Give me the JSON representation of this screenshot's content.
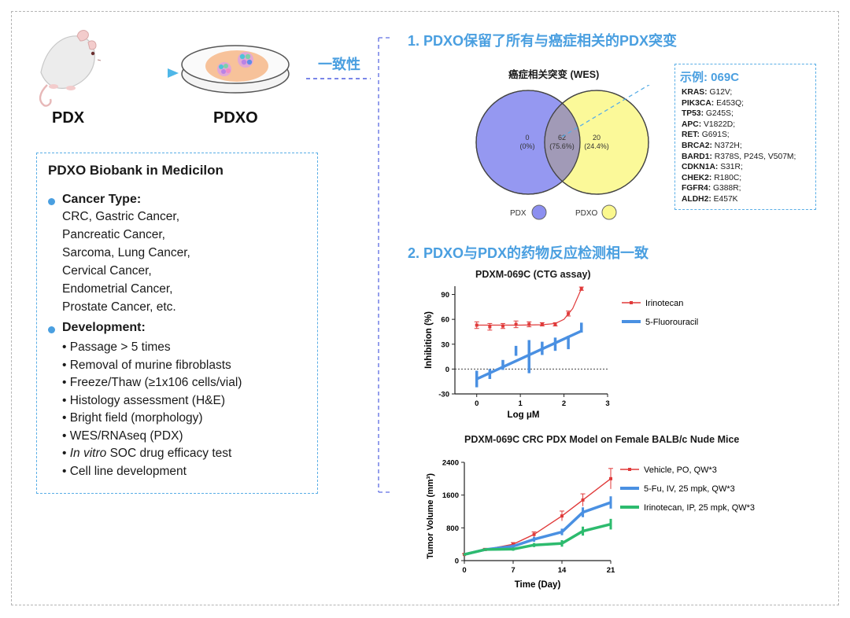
{
  "top": {
    "pdx_label": "PDX",
    "pdxo_label": "PDXO",
    "consistency": "一致性"
  },
  "biobank": {
    "title": "PDXO Biobank in Medicilon",
    "cancer_type_heading": "Cancer Type:",
    "cancer_lines": [
      "CRC, Gastric Cancer,",
      "Pancreatic Cancer,",
      "Sarcoma, Lung Cancer,",
      "Cervical Cancer,",
      "Endometrial Cancer,",
      "Prostate Cancer, etc."
    ],
    "development_heading": "Development:",
    "development_items": [
      "Passage > 5 times",
      "Removal of murine fibroblasts",
      "Freeze/Thaw (≥1x106 cells/vial)",
      "Histology assessment (H&E)",
      "Bright field (morphology)",
      "WES/RNAseq (PDX)",
      "SOC drug efficacy test",
      "Cell line development"
    ],
    "development_italic_prefix": "In vitro"
  },
  "section1": {
    "title": "1. PDXO保留了所有与癌症相关的PDX突变",
    "venn_title": "癌症相关突变 (WES)",
    "venn": {
      "pdx_only_count": "0",
      "pdx_only_pct": "(0%)",
      "shared_count": "62",
      "shared_pct": "(75.6%)",
      "pdxo_only_count": "20",
      "pdxo_only_pct": "(24.4%)",
      "legend_pdx": "PDX",
      "legend_pdxo": "PDXO",
      "color_pdx": "#8c8ff0",
      "color_pdxo": "#fbf88e"
    },
    "example": {
      "title": "示例: 069C",
      "rows": [
        {
          "gene": "KRAS:",
          "mut": " G12V;"
        },
        {
          "gene": "PIK3CA:",
          "mut": " E453Q;"
        },
        {
          "gene": "TP53:",
          "mut": " G245S;"
        },
        {
          "gene": "APC:",
          "mut": " V1822D;"
        },
        {
          "gene": "RET:",
          "mut": " G691S;"
        },
        {
          "gene": "BRCA2:",
          "mut": " N372H;"
        },
        {
          "gene": "BARD1:",
          "mut": " R378S, P24S, V507M;"
        },
        {
          "gene": "CDKN1A:",
          "mut": " S31R;"
        },
        {
          "gene": "CHEK2:",
          "mut": " R180C;"
        },
        {
          "gene": "FGFR4:",
          "mut": " G388R;"
        },
        {
          "gene": "ALDH2:",
          "mut": " E457K"
        }
      ]
    }
  },
  "section2": {
    "title": "2. PDXO与PDX的药物反应检测相一致"
  },
  "chart_data": [
    {
      "type": "scatter",
      "title": "PDXM-069C (CTG assay)",
      "xlabel": "Log μM",
      "ylabel": "Inhibition (%)",
      "xlim": [
        -0.5,
        3
      ],
      "ylim": [
        -30,
        100
      ],
      "xticks": [
        "0",
        "1",
        "2",
        "3"
      ],
      "yticks": [
        "-30",
        "0",
        "30",
        "60",
        "90"
      ],
      "legend_position": "right",
      "series": [
        {
          "name": "Irinotecan",
          "color": "#e03a3a",
          "x": [
            0,
            0.3,
            0.6,
            0.9,
            1.2,
            1.5,
            1.8,
            2.1,
            2.4
          ],
          "y": [
            53,
            51,
            52,
            54,
            54,
            54,
            54,
            67,
            97
          ],
          "err": [
            4,
            4,
            3,
            4,
            3,
            2,
            2,
            3,
            2
          ],
          "fit_x": [
            0,
            0.5,
            1.0,
            1.5,
            1.8,
            2.0,
            2.2,
            2.4
          ],
          "fit_y": [
            53,
            53,
            53,
            53.5,
            55,
            60,
            73,
            97
          ]
        },
        {
          "name": "5-Fluorouracil",
          "color": "#4a90e2",
          "x": [
            0,
            0.3,
            0.6,
            0.9,
            1.2,
            1.5,
            1.8,
            2.1,
            2.4
          ],
          "y": [
            -12,
            -6,
            5,
            22,
            15,
            25,
            30,
            32,
            50
          ],
          "err": [
            10,
            6,
            6,
            6,
            20,
            8,
            8,
            8,
            6
          ],
          "fit_x": [
            0,
            2.4
          ],
          "fit_y": [
            -12,
            46
          ]
        }
      ]
    },
    {
      "type": "line",
      "title": "PDXM-069C CRC PDX Model on Female BALB/c Nude Mice",
      "xlabel": "Time (Day)",
      "ylabel": "Tumor Volume (mm³)",
      "xlim": [
        0,
        21
      ],
      "ylim": [
        0,
        2400
      ],
      "xticks": [
        "0",
        "7",
        "14",
        "21"
      ],
      "yticks": [
        "0",
        "800",
        "1600",
        "2400"
      ],
      "legend_position": "right",
      "series": [
        {
          "name": "Vehicle, PO, QW*3",
          "color": "#e03a3a",
          "x": [
            0,
            3,
            7,
            10,
            14,
            17,
            21
          ],
          "y": [
            150,
            270,
            400,
            640,
            1090,
            1480,
            2000
          ],
          "err": [
            20,
            30,
            40,
            60,
            120,
            150,
            250
          ]
        },
        {
          "name": "5-Fu, IV, 25 mpk, QW*3",
          "color": "#4a90e2",
          "x": [
            0,
            3,
            7,
            10,
            14,
            17,
            21
          ],
          "y": [
            150,
            270,
            350,
            520,
            700,
            1180,
            1420
          ],
          "err": [
            20,
            30,
            40,
            60,
            80,
            120,
            150
          ]
        },
        {
          "name": "Irinotecan, IP, 25 mpk, QW*3",
          "color": "#2dbb6e",
          "x": [
            0,
            3,
            7,
            10,
            14,
            17,
            21
          ],
          "y": [
            150,
            270,
            280,
            380,
            420,
            720,
            890
          ],
          "err": [
            20,
            30,
            40,
            50,
            80,
            110,
            130
          ]
        }
      ]
    }
  ]
}
